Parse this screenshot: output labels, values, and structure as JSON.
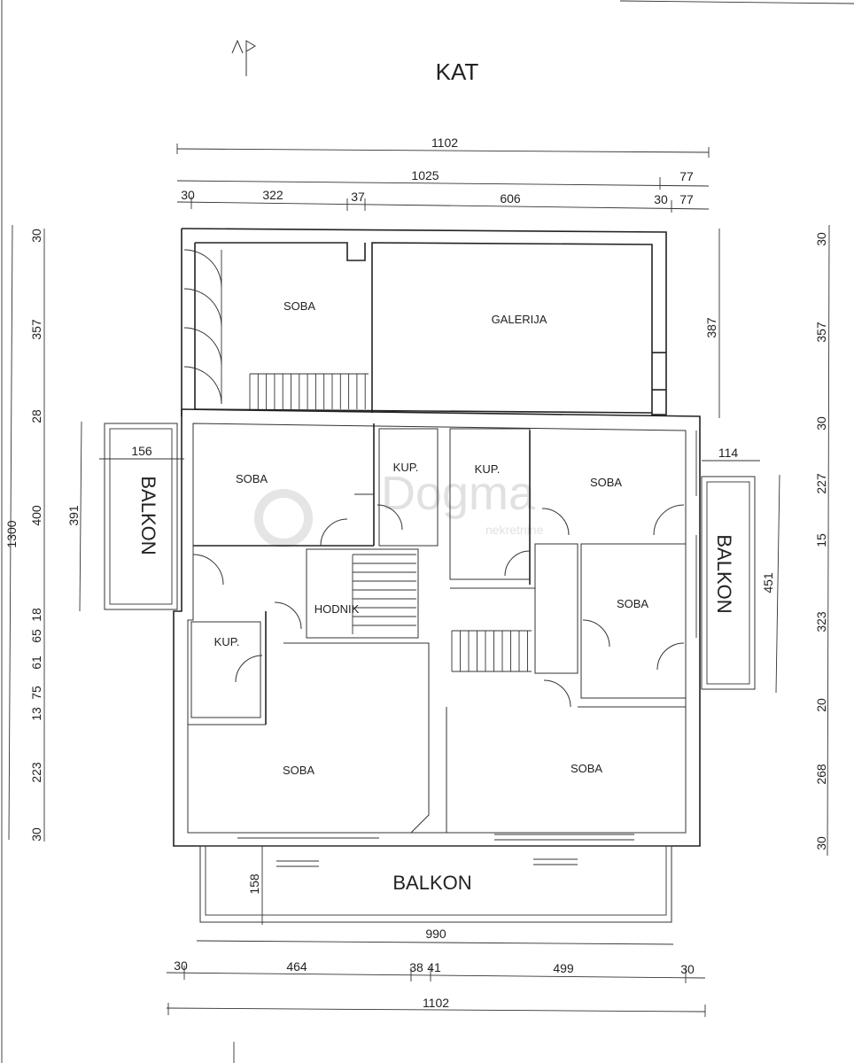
{
  "plan": {
    "title": "KAT",
    "rooms": {
      "soba_top_left": "SOBA",
      "galerija": "GALERIJA",
      "soba_mid_left": "SOBA",
      "kup_1": "KUP.",
      "kup_2": "KUP.",
      "soba_mid_right": "SOBA",
      "soba_right": "SOBA",
      "hodnik": "HODNIK",
      "kup_3": "KUP.",
      "soba_bottom_left": "SOBA",
      "soba_bottom_right": "SOBA"
    },
    "balconies": {
      "left": "BALKON",
      "right": "BALKON",
      "bottom": "BALKON"
    },
    "watermark": {
      "brand": "Dogma",
      "sub": "nekretnine"
    }
  },
  "dimensions": {
    "top_total": "1102",
    "top_inner": "1025",
    "top_inner_right": "77",
    "top_seg": [
      "30",
      "322",
      "37",
      "606",
      "30",
      "77"
    ],
    "left_total": "1300",
    "left_seg": [
      "30",
      "357",
      "28",
      "400",
      "18",
      "65",
      "61",
      "75",
      "13",
      "223",
      "30"
    ],
    "left_balkon_h": "391",
    "left_balkon_w": "156",
    "right_galerija_h": "387",
    "right_balkon_w": "114",
    "right_balkon_h": "451",
    "right_seg": [
      "30",
      "357",
      "30",
      "227",
      "15",
      "323",
      "20",
      "268",
      "30"
    ],
    "bottom_balkon_h": "158",
    "bottom_balkon_w": "990",
    "bottom_seg": [
      "30",
      "464",
      "38",
      "41",
      "499",
      "30"
    ],
    "bottom_total": "1102"
  }
}
